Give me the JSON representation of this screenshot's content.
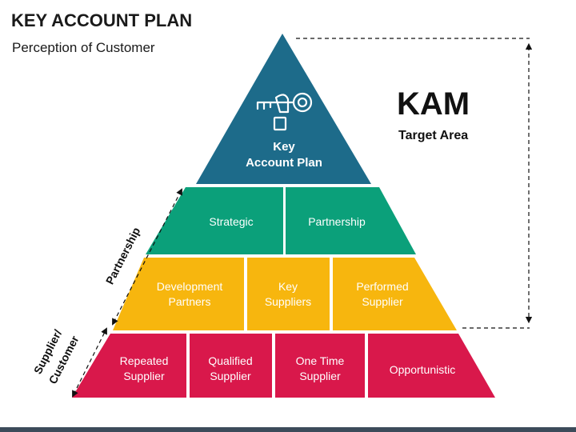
{
  "header": {
    "title": "KEY ACCOUNT PLAN",
    "subtitle": "Perception of Customer"
  },
  "target": {
    "heading": "KAM",
    "subheading": "Target Area"
  },
  "side_labels": {
    "partnership": "Partnership",
    "supplier_line1": "Supplier/",
    "supplier_line2": "Customer"
  },
  "colors": {
    "apex": "#1d6b8a",
    "tier2": "#0ba07a",
    "tier3": "#f7b60e",
    "tier4": "#d9184b",
    "text_on_block": "#ffffff",
    "footer_bar": "#3c4b5a"
  },
  "pyramid": {
    "apex": {
      "icon": "key-in-hand-icon",
      "line1": "Key",
      "line2": "Account Plan"
    },
    "tier2": [
      {
        "line1": "Strategic"
      },
      {
        "line1": "Partnership"
      }
    ],
    "tier3": [
      {
        "line1": "Development",
        "line2": "Partners"
      },
      {
        "line1": "Key",
        "line2": "Suppliers"
      },
      {
        "line1": "Performed",
        "line2": "Supplier"
      }
    ],
    "tier4": [
      {
        "line1": "Repeated",
        "line2": "Supplier"
      },
      {
        "line1": "Qualified",
        "line2": "Supplier"
      },
      {
        "line1": "One Time",
        "line2": "Supplier"
      },
      {
        "line1": "Opportunistic"
      }
    ]
  }
}
